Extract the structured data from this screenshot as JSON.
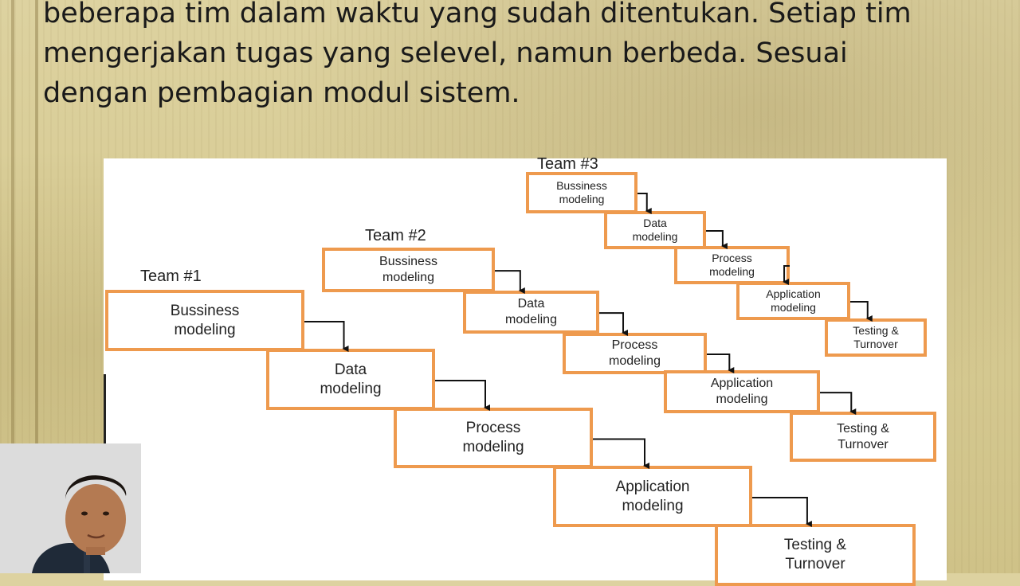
{
  "slide": {
    "text_lines": [
      "beberapa tim dalam waktu yang sudah ditentukan. Setiap tim",
      "mengerjakan tugas yang selevel, namun berbeda. Sesuai",
      "dengan pembagian modul sistem."
    ]
  },
  "diagram": {
    "teams": [
      {
        "label": "Team #1",
        "stages": [
          [
            "Bussiness",
            "modeling"
          ],
          [
            "Data",
            "modeling"
          ],
          [
            "Process",
            "modeling"
          ],
          [
            "Application",
            "modeling"
          ],
          [
            "Testing &",
            "Turnover"
          ]
        ]
      },
      {
        "label": "Team #2",
        "stages": [
          [
            "Bussiness",
            "modeling"
          ],
          [
            "Data",
            "modeling"
          ],
          [
            "Process",
            "modeling"
          ],
          [
            "Application",
            "modeling"
          ],
          [
            "Testing &",
            "Turnover"
          ]
        ]
      },
      {
        "label": "Team #3",
        "stages": [
          [
            "Bussiness",
            "modeling"
          ],
          [
            "Data",
            "modeling"
          ],
          [
            "Process",
            "modeling"
          ],
          [
            "Application",
            "modeling"
          ],
          [
            "Testing &",
            "Turnover"
          ]
        ]
      }
    ],
    "box_border_color": "#ee9a4e",
    "arrow_color": "#111111"
  },
  "webcam": {
    "label": "presenter-webcam"
  }
}
